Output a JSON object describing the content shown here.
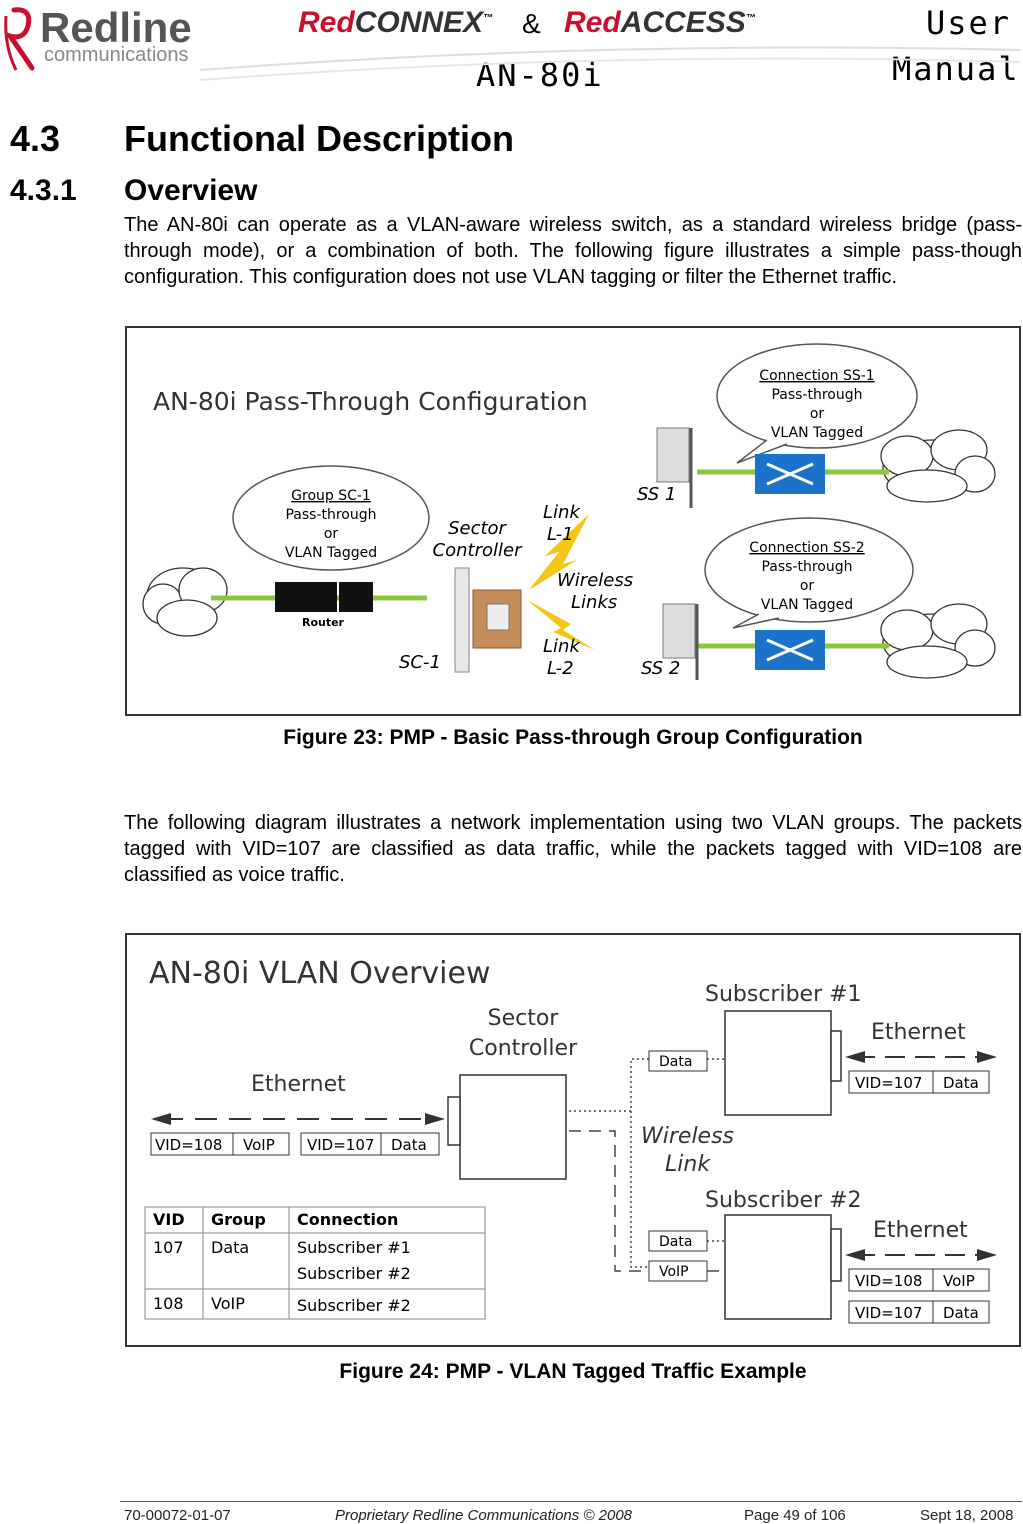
{
  "header": {
    "logo_main": "Redline",
    "logo_sub": "communications",
    "brand1_prefix": "Red",
    "brand1_suffix": "CONNEX",
    "amp": "&",
    "brand2_prefix": "Red",
    "brand2_suffix": "ACCESS",
    "tm": "™",
    "model": "AN-80i",
    "doc_line1": "User",
    "doc_line2": "Manual"
  },
  "section": {
    "number": "4.3",
    "title": "Functional Description"
  },
  "subsection": {
    "number": "4.3.1",
    "title": "Overview"
  },
  "paragraphs": {
    "p1": "The AN-80i can operate as a VLAN-aware wireless switch, as a standard wireless bridge (pass-through mode), or a combination of both. The following figure illustrates a simple pass-though configuration. This configuration does not use VLAN tagging or filter the Ethernet traffic.",
    "p2": "The following diagram illustrates a network implementation using two VLAN groups. The packets tagged with VID=107 are classified as data traffic, while the packets tagged with VID=108 are classified as voice traffic."
  },
  "figure23": {
    "title": "AN-80i Pass-Through Configuration",
    "bubble_ss1": [
      "Connection SS-1",
      "Pass-through",
      "or",
      "VLAN Tagged"
    ],
    "bubble_sc1": [
      "Group SC-1",
      "Pass-through",
      "or",
      "VLAN Tagged"
    ],
    "bubble_ss2": [
      "Connection SS-2",
      "Pass-through",
      "or",
      "VLAN Tagged"
    ],
    "sector_controller": [
      "Sector",
      "Controller"
    ],
    "link1": [
      "Link",
      "L-1"
    ],
    "wireless_links": [
      "Wireless",
      "Links"
    ],
    "link2": [
      "Link",
      "L-2"
    ],
    "ss1": "SS 1",
    "ss2": "SS 2",
    "sc1": "SC-1",
    "router": "Router",
    "caption": "Figure 23: PMP - Basic Pass-through Group Configuration",
    "colors": {
      "link": "#8cc63f",
      "switch": "#1a73c9",
      "bolt": "#f5c518"
    }
  },
  "figure24": {
    "title": "AN-80i VLAN Overview",
    "sector_controller": [
      "Sector",
      "Controller"
    ],
    "ethernet_left": "Ethernet",
    "subscriber1": "Subscriber #1",
    "subscriber2": "Subscriber #2",
    "ethernet_r1": "Ethernet",
    "ethernet_r2": "Ethernet",
    "wireless_link": [
      "Wireless",
      "Link"
    ],
    "left_tags": [
      [
        "VID=108",
        "VoIP"
      ],
      [
        "VID=107",
        "Data"
      ]
    ],
    "s1_tag": [
      "VID=107",
      "Data"
    ],
    "s2_tags": [
      [
        "VID=108",
        "VoIP"
      ],
      [
        "VID=107",
        "Data"
      ]
    ],
    "mid_labels": {
      "data1": "Data",
      "data2": "Data",
      "voip": "VoIP"
    },
    "table": {
      "headers": [
        "VID",
        "Group",
        "Connection"
      ],
      "rows": [
        [
          "107",
          "Data",
          "Subscriber #1"
        ],
        [
          "",
          "",
          "Subscriber #2"
        ],
        [
          "108",
          "VoIP",
          "Subscriber #2"
        ]
      ]
    },
    "caption": "Figure 24: PMP - VLAN Tagged Traffic Example"
  },
  "footer": {
    "doc_number": "70-00072-01-07",
    "notice": "Proprietary Redline Communications © 2008",
    "page": "Page 49 of 106",
    "date": "Sept 18, 2008"
  }
}
